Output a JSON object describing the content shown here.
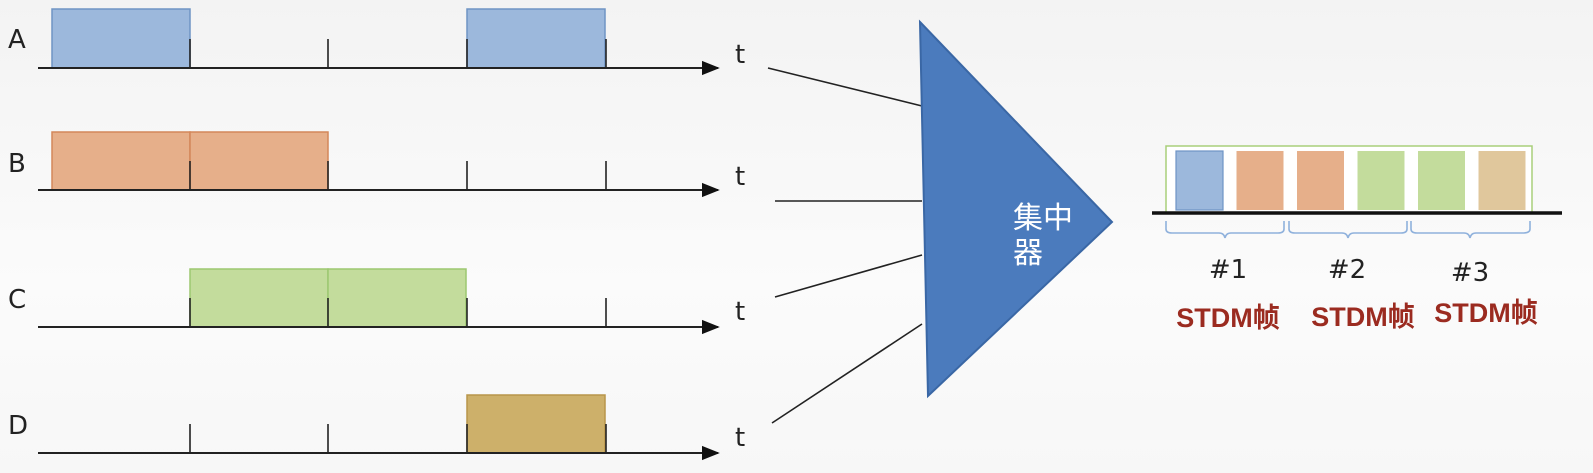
{
  "channels": [
    {
      "id": "A",
      "label": "A",
      "time_label": "t",
      "color": "#9cb8dc",
      "stroke": "#6f94c4",
      "active_slots": [
        1,
        4
      ]
    },
    {
      "id": "B",
      "label": "B",
      "time_label": "t",
      "color": "#e6af8a",
      "stroke": "#d4875a",
      "active_slots": [
        1,
        2
      ]
    },
    {
      "id": "C",
      "label": "C",
      "time_label": "t",
      "color": "#c3dc9c",
      "stroke": "#9cc870",
      "active_slots": [
        2,
        3
      ]
    },
    {
      "id": "D",
      "label": "D",
      "time_label": "t",
      "color": "#cdb06a",
      "stroke": "#b8964a",
      "active_slots": [
        4
      ]
    }
  ],
  "concentrator": {
    "label_line1": "集中",
    "label_line2": "器",
    "color": "#4b7bbd"
  },
  "output_frame": {
    "slots": [
      "A",
      "B",
      "B",
      "C",
      "C",
      "D"
    ],
    "slot_colors": [
      "#9cb8dc",
      "#e6af8a",
      "#e6af8a",
      "#c3dc9c",
      "#c3dc9c",
      "#e0c79c"
    ],
    "frames": [
      {
        "number": "#1",
        "name": "STDM帧"
      },
      {
        "number": "#2",
        "name": "STDM帧"
      },
      {
        "number": "#3",
        "name": "STDM帧"
      }
    ]
  }
}
